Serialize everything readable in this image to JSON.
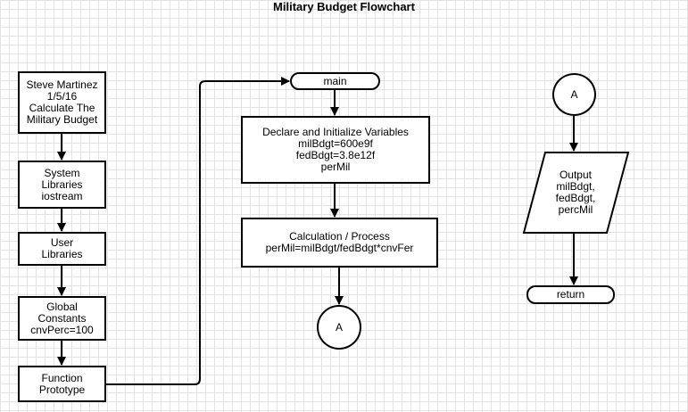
{
  "diagram": {
    "title": "Military Budget Flowchart",
    "nodes": {
      "header": "Steve Martinez\n1/5/16\nCalculate The\nMilitary Budget",
      "system_libraries": "System\nLibraries\niostream",
      "user_libraries": "User\nLibraries",
      "global_constants": "Global\nConstants\ncnvPerc=100",
      "function_prototype": "Function\nPrototype",
      "main": "main",
      "declare_variables": "Declare and Initialize Variables\nmilBdgt=600e9f\nfedBdgt=3.8e12f\nperMil",
      "calculation": "Calculation / Process\nperMil=milBdgt/fedBdgt*cnvFer",
      "connector_a_left": "A",
      "connector_a_right": "A",
      "output": "Output\nmilBdgt,\nfedBdgt,\npercMil",
      "return": "return"
    }
  }
}
